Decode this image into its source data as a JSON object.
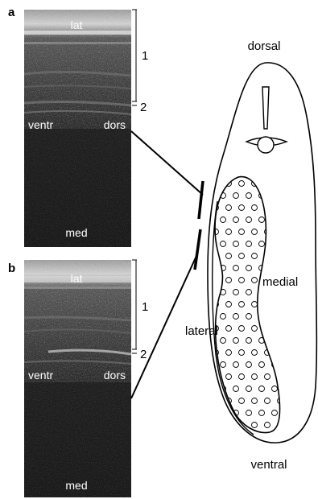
{
  "panels": [
    {
      "letter": "a",
      "labels": {
        "top": "lat",
        "left": "ventr",
        "right": "dors",
        "bottom": "med"
      },
      "scale": {
        "upper": "1",
        "lower": "2"
      }
    },
    {
      "letter": "b",
      "labels": {
        "top": "lat",
        "left": "ventr",
        "right": "dors",
        "bottom": "med"
      },
      "scale": {
        "upper": "1",
        "lower": "2"
      }
    }
  ],
  "diagram": {
    "labels": {
      "dorsal": "dorsal",
      "medial": "medial",
      "lateral": "lateral",
      "ventral": "ventral"
    }
  },
  "colors": {
    "ultrasound_background": "#1e1e1e",
    "line": "#000000",
    "background": "#ffffff"
  }
}
